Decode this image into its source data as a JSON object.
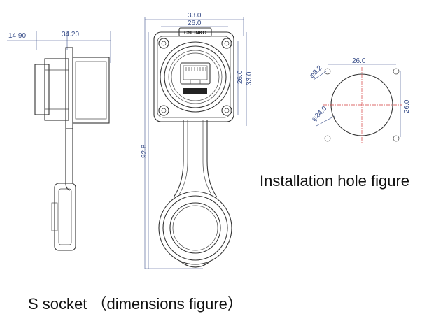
{
  "side_view": {
    "dim_flange": "14.90",
    "dim_length": "34.20"
  },
  "front_view": {
    "dim_outer_width": "33.0",
    "dim_hole_spacing_top": "26.0",
    "dim_hole_spacing_right": "26.0",
    "dim_outer_height": "33.0",
    "dim_total_length": "92.8",
    "logo_text": "CNLINKO"
  },
  "hole_figure": {
    "dim_screw_hole": "φ3.2",
    "dim_spacing_top": "26.0",
    "dim_spacing_right": "26.0",
    "dim_center_hole": "φ24.0",
    "caption": "Installation hole figure"
  },
  "caption": "S socket （dimensions figure）"
}
